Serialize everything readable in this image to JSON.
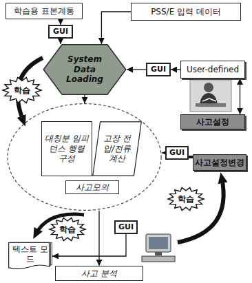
{
  "diagram": {
    "nodes": [
      {
        "text": [
          "학습용 표본계통"
        ]
      },
      {
        "text": [
          "PSS/E 입력 데이터"
        ]
      },
      {
        "text": [
          "GUI"
        ]
      },
      {
        "text": [
          "GUI"
        ]
      },
      {
        "text": [
          "User-defined"
        ]
      },
      {
        "text": [
          "System Data Loading"
        ]
      },
      {
        "text": [
          "학습"
        ]
      },
      {
        "text": [
          "사고설정"
        ]
      },
      {
        "text": [
          "GUI"
        ]
      },
      {
        "text": [
          "사고설정변경"
        ]
      },
      {
        "text": [
          "사고모의"
        ]
      },
      {
        "text": [
          "대칭분 임피던스 행렬 구성"
        ],
        "in": 10
      },
      {
        "text": [
          "고장 전압/전류 계산"
        ],
        "in": 10
      },
      {
        "text": [
          "학습"
        ]
      },
      {
        "text": [
          "학습"
        ]
      },
      {
        "text": [
          "GUI"
        ]
      },
      {
        "text": [
          "텍스트 모드"
        ]
      },
      {
        "text": [
          "사고 분석"
        ]
      }
    ],
    "edges": [
      {
        "from": 0,
        "to": 2,
        "arrow": "to"
      },
      {
        "from": 2,
        "to": 5,
        "arrow": "to"
      },
      {
        "from": 1,
        "to": 5,
        "arrow": "to"
      },
      {
        "from": 4,
        "to": 3,
        "arrow": "to"
      },
      {
        "from": 3,
        "to": 5,
        "arrow": "to"
      },
      {
        "from": 4,
        "to": 7,
        "arrow": "both"
      },
      {
        "from": 9,
        "to": 8,
        "arrow": "none"
      },
      {
        "from": 8,
        "to": 10,
        "arrow": "to"
      },
      {
        "from": 5,
        "to": 10,
        "arrow": "to"
      },
      {
        "from": 10,
        "to": 17,
        "arrow": "to"
      },
      {
        "from": 15,
        "to": 16,
        "arrow": "to"
      }
    ]
  }
}
